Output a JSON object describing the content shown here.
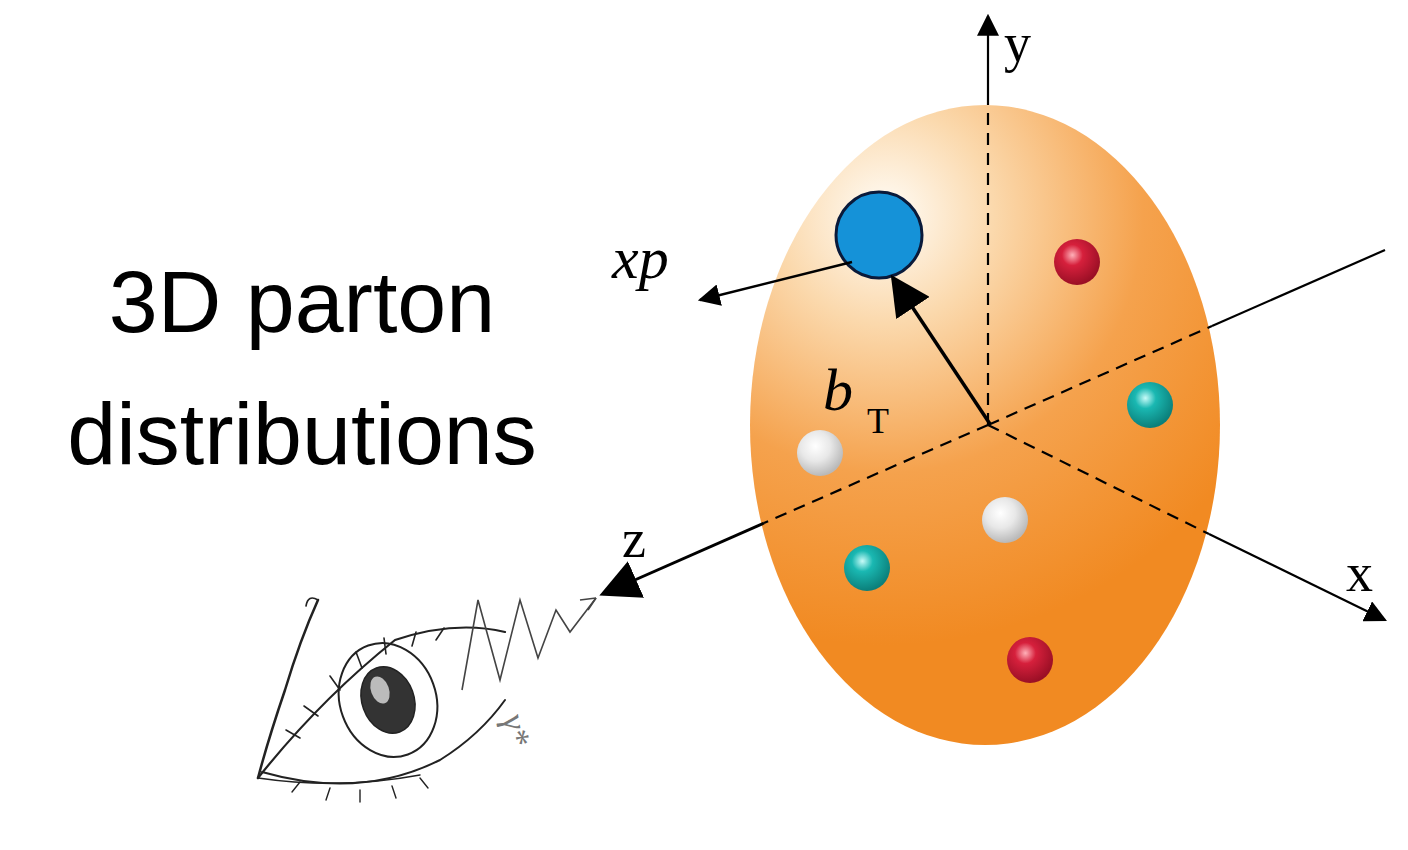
{
  "diagram": {
    "labels": [
      "3D parton distributions",
      "xp",
      "b",
      "T",
      "y",
      "z",
      "x",
      "γ*"
    ]
  }
}
